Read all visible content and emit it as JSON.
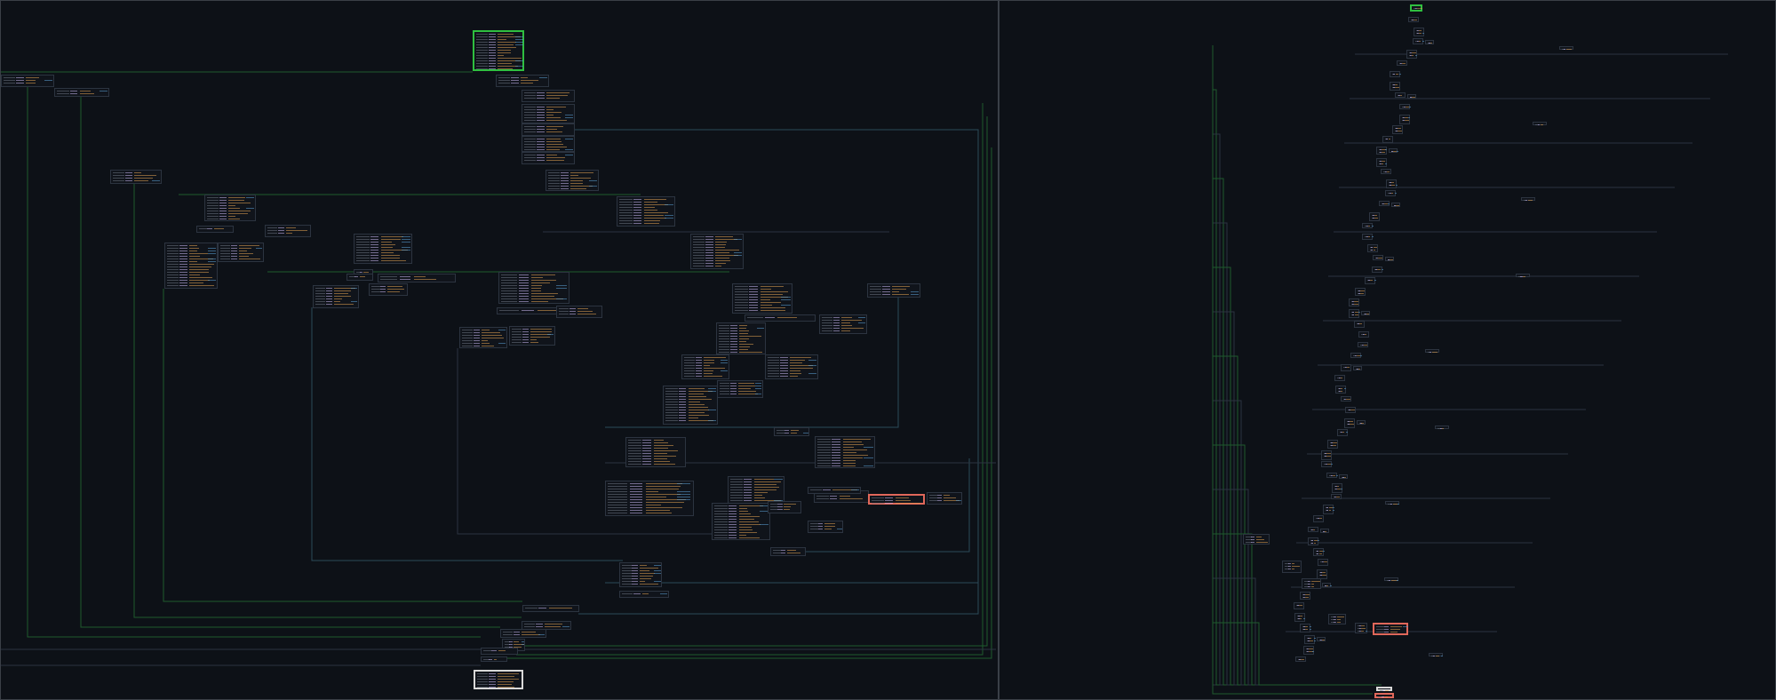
{
  "view": "function-graph",
  "panes": [
    {
      "id": "left",
      "label": "graph-view-left"
    },
    {
      "id": "right",
      "label": "graph-view-right"
    }
  ],
  "colors": {
    "background": "#0d1117",
    "block_border": "#2c3440",
    "entry_block": "#2fbf40",
    "selected_block": "#e0675a",
    "exit_block": "#d8d8d8",
    "edge_true": "#1f5a2e",
    "edge_false": "#2a4a5a",
    "edge_jump": "#2c3440",
    "text_addr": "#6b7280",
    "text_mnemonic": "#c9b6f0",
    "text_operand": "#e0a050",
    "text_comment": "#5a9fd4"
  }
}
